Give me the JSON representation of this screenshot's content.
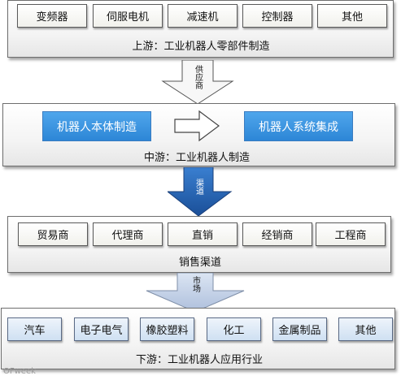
{
  "upstream": {
    "items": [
      "变频器",
      "伺服电机",
      "减速机",
      "控制器",
      "其他"
    ],
    "caption": "上游：工业机器人零部件制造"
  },
  "arrow1": {
    "label": "供应商"
  },
  "midstream": {
    "left_box": "机器人本体制造",
    "right_box": "机器人系统集成",
    "caption": "中游：工业机器人制造"
  },
  "arrow2": {
    "label": "渠道"
  },
  "channels": {
    "items": [
      "贸易商",
      "代理商",
      "直销",
      "经销商",
      "工程商"
    ],
    "caption": "销售渠道"
  },
  "arrow3": {
    "label": "市场"
  },
  "downstream": {
    "items": [
      "汽车",
      "电子电气",
      "橡胶塑料",
      "化工",
      "金属制品",
      "其他"
    ],
    "caption": "下游：工业机器人应用行业"
  },
  "watermark": "OFweek",
  "colors": {
    "blue_box": "#2d86d6",
    "blue_arrow": "#1f5fb0",
    "light_arrow": "#b9c9e2",
    "panel_border": "#6e6e6e"
  }
}
